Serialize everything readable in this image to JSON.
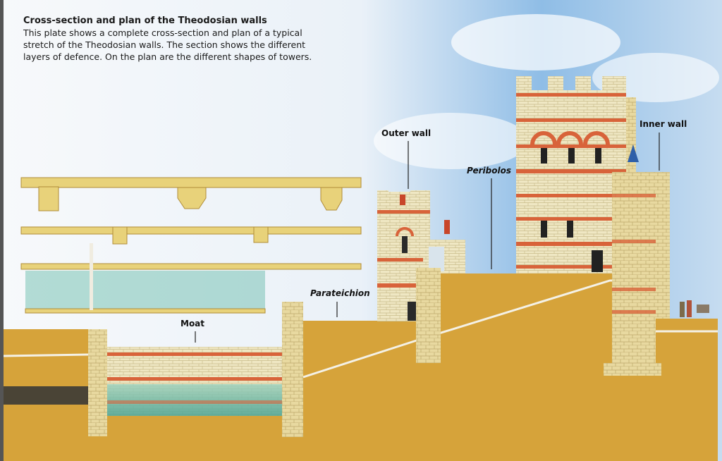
{
  "caption": {
    "title": "Cross-section and plan of the Theodosian walls",
    "body": "This plate shows a complete cross-section and plan of a typical stretch of the Theodosian walls. The section shows the different layers of defence. On the plan are the different shapes of towers."
  },
  "labels": {
    "outer_wall": "Outer wall",
    "peribolos": "Peribolos",
    "inner_wall": "Inner wall",
    "parateichion": "Parateichion",
    "moat": "Moat"
  },
  "colors": {
    "sky": "#cfe2f4",
    "ground": "#d6a33a",
    "stone": "#ede4bd",
    "brick": "#d8633a",
    "water": "#5fb8a6"
  }
}
